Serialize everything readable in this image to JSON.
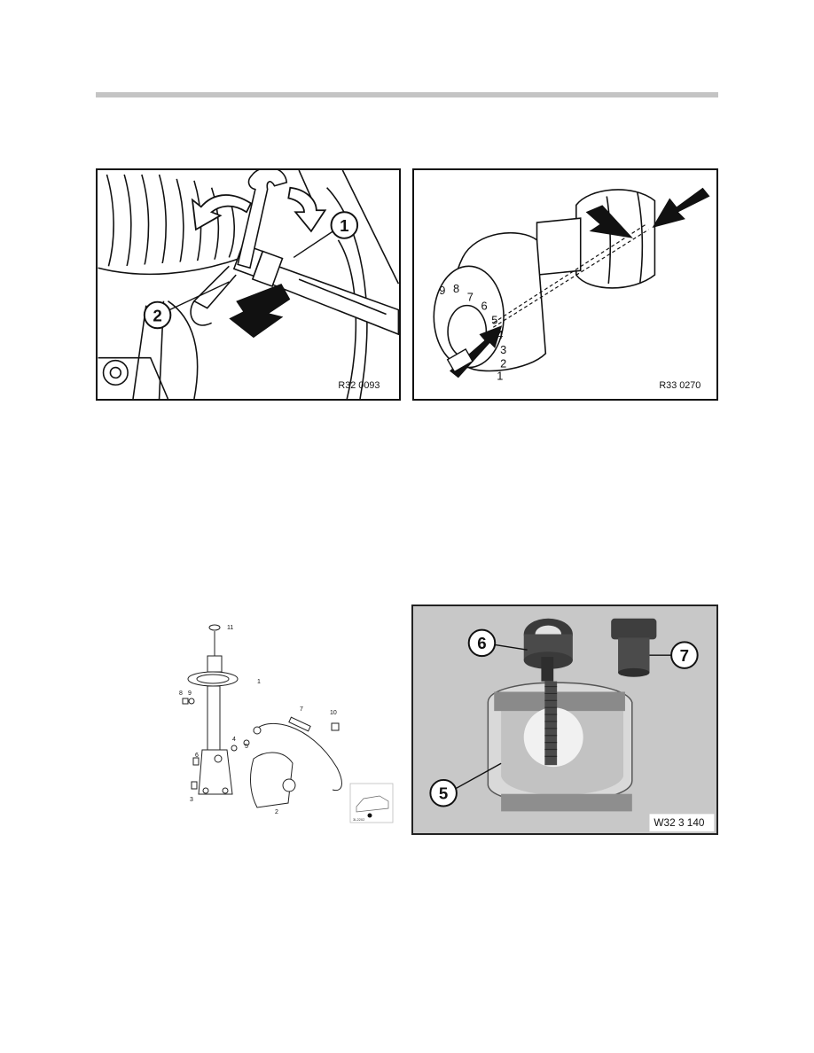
{
  "figures": [
    {
      "code": "R32 0093",
      "callouts": [
        "1",
        "2"
      ]
    },
    {
      "code": "R33 0270",
      "dial_numbers": [
        "9",
        "8",
        "7",
        "6",
        "5",
        "4",
        "3",
        "2",
        "1"
      ]
    },
    {
      "callouts": [
        "11",
        "1",
        "8",
        "9",
        "7",
        "10",
        "4",
        "5",
        "6",
        "3",
        "2"
      ],
      "thumbnail_code": "3L2202"
    },
    {
      "code": "W32 3 140",
      "callouts": [
        "6",
        "7",
        "5"
      ]
    }
  ]
}
